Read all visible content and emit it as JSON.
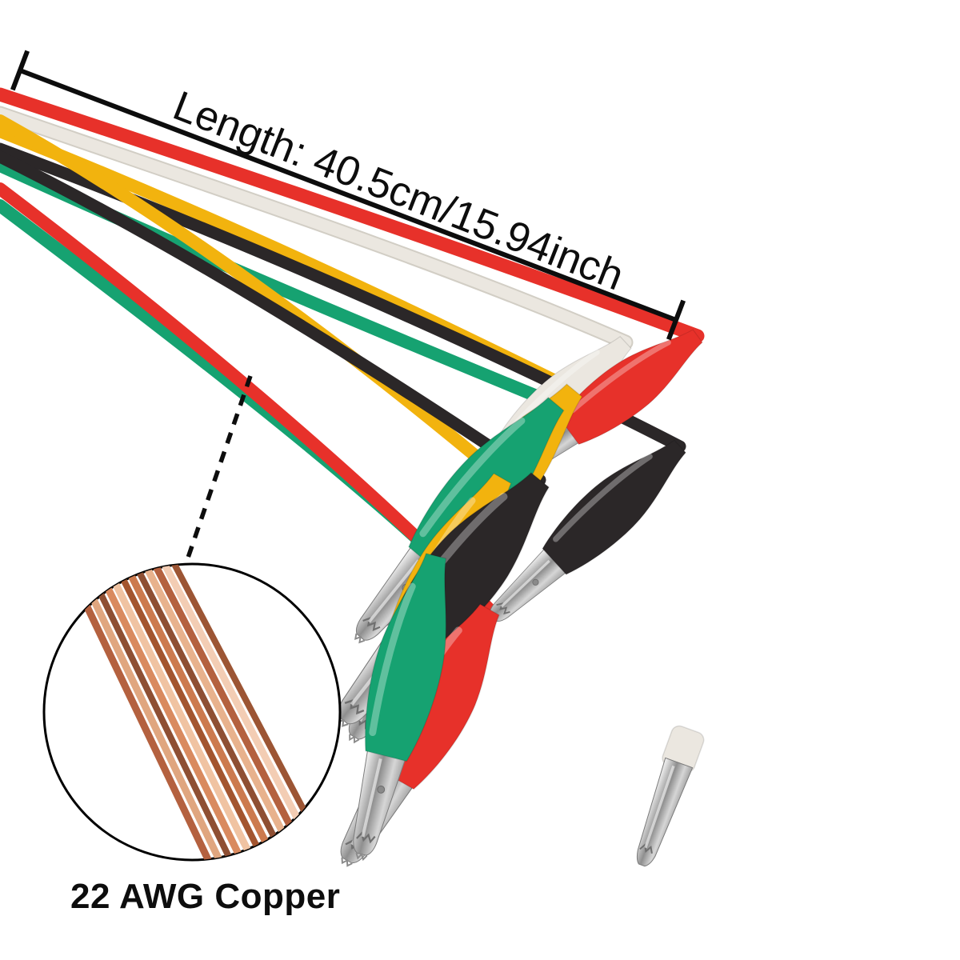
{
  "annotations": {
    "length_label": "Length: 40.5cm/15.94inch",
    "material_label": "22 AWG Copper"
  },
  "colors": {
    "ink": "#0d0d0d",
    "background": "#ffffff",
    "wire_red": "#e7312a",
    "wire_green": "#16a271",
    "wire_yellow": "#f2b30e",
    "wire_black": "#2b2728",
    "wire_white": "#ebe7e0",
    "wire_white_edge": "#d2cec5",
    "metal_light": "#f4f4f4",
    "metal_mid": "#9a9a9a",
    "metal_dark": "#6f6f6f",
    "copper_light": "#f0c3a2",
    "copper_mid": "#c97c55",
    "copper_dark": "#8e4f33"
  },
  "scene": {
    "subject": "colored test lead wires with insulated alligator clips",
    "wire_colors": [
      "red",
      "white",
      "yellow",
      "black",
      "green"
    ],
    "visible_clip_boot_colors": [
      "white",
      "red",
      "yellow",
      "green",
      "black",
      "yellow",
      "white",
      "black",
      "red",
      "green"
    ],
    "inset_subject": "stranded bare copper wire"
  }
}
